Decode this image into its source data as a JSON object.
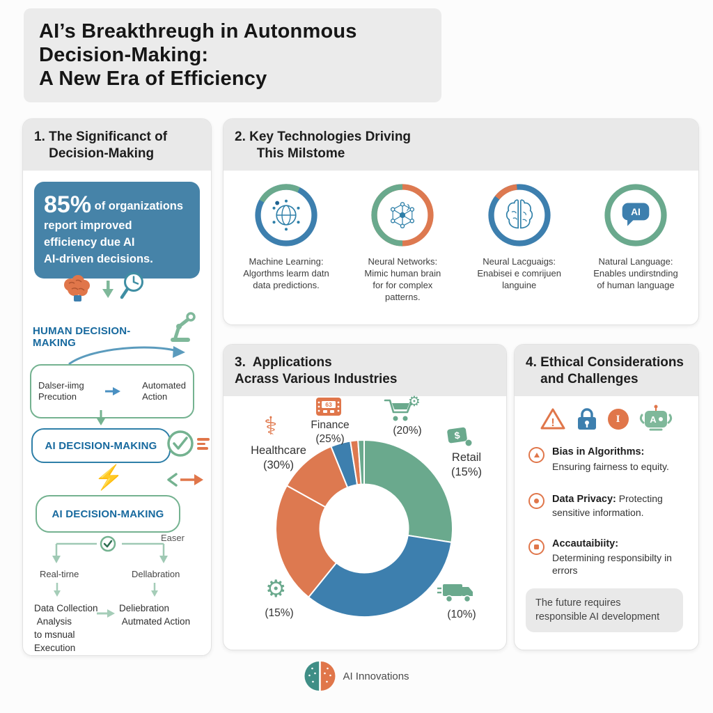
{
  "page_title": "AI’s Breakthreugh in Autonmous\nDecision-Making:\nA New Era of Efficiency",
  "colors": {
    "blue": "#3d7fae",
    "green": "#6aa98d",
    "orange": "#dd7950",
    "stat_blue": "#4683a8",
    "flow_blue": "#17699e",
    "light_green": "#7fb89a",
    "header_gray": "#e9e9e9"
  },
  "glyphs": {
    "gear": "⚙",
    "caduceus": "⚕",
    "bolt": "⚡"
  },
  "section1": {
    "heading": "1. The Significanct of\n    Decision-Making",
    "stat_percent": "85%",
    "stat_text": " of organizations\nreport improved\nefficiency due AI\nAI-driven decisions.",
    "human_label": "HUMAN DECISION-MAKING",
    "process_left": "Dalser-iimg\nPrecution",
    "process_right": "Automated\nAction",
    "ai_label_1": "AI DECISION-MAKING",
    "ai_label_2": "AI DECISION-MAKING",
    "easer_label": "Easer",
    "branch_left": "Real-tirne",
    "branch_right": "Dellabration",
    "detail_left": "Data Collection\n Analysis\nto msnual\nExecution",
    "detail_right": "Deliebration\n Autmated Action"
  },
  "section2": {
    "heading": "2. Key Technologies Driving\n      This Milstome",
    "items": [
      {
        "name": "machine-learning",
        "caption": "Machine Learning:\nAlgorthms learm datn\ndata predictions."
      },
      {
        "name": "neural-networks",
        "caption": "Neural Networks:\nMimic human brain\nfor for complex\npatterns."
      },
      {
        "name": "neural-language",
        "caption": "Neural Lacguaigs:\nEnabisei e comrijuen\nlanguine"
      },
      {
        "name": "natural-language",
        "caption": "Natural Language:\nEnables undirstnding\nof human language",
        "bubble_text": "AI"
      }
    ]
  },
  "section3": {
    "heading": "3.  Applications\nAcrass Various Industries",
    "finance_display": "63",
    "dollar": "$"
  },
  "chart_data": {
    "type": "donut",
    "title": "Applications Across Various Industries",
    "slices": [
      {
        "label": "Healthcare",
        "value": 30,
        "callout": "Healthcare\n(30%)",
        "icon": "caduceus"
      },
      {
        "label": "Finance",
        "value": 25,
        "callout": "Finance\n(25%)",
        "icon": "calculator"
      },
      {
        "label": "Shopping",
        "value": 20,
        "callout": "(20%)",
        "icon": "cart-gear"
      },
      {
        "label": "Retail",
        "value": 15,
        "callout": "Retail\n(15%)",
        "icon": "dollar-tag"
      },
      {
        "label": "Manufacturing",
        "value": 15,
        "callout": "(15%)",
        "icon": "gear"
      },
      {
        "label": "Logistics",
        "value": 10,
        "callout": "(10%)",
        "icon": "truck"
      }
    ],
    "render_segments": [
      {
        "color": "green",
        "start": 0,
        "end": 99
      },
      {
        "color": "blue",
        "start": 99,
        "end": 219
      },
      {
        "color": "orange",
        "start": 219,
        "end": 299
      },
      {
        "color": "orange",
        "start": 299,
        "end": 338
      },
      {
        "color": "blue",
        "start": 338,
        "end": 351
      },
      {
        "color": "orange",
        "start": 351,
        "end": 356
      },
      {
        "color": "green",
        "start": 356,
        "end": 360
      }
    ],
    "hole_ratio": 0.5,
    "legend_position": "around"
  },
  "section4": {
    "heading": "4. Ethical Considerations\n    and Challenges",
    "info_letter": "I",
    "robot_letter": "A",
    "warning_mark": "!",
    "bullets": [
      {
        "title": "Bias in Algorithms:",
        "desc": "Ensuring fairness to equity."
      },
      {
        "title": "Data Privacy:",
        "desc": "Protecting sensitive information."
      },
      {
        "title": "Accautaibiity:",
        "desc": "Determining responsibilty in errors"
      }
    ],
    "note": "The future requires\nresponsible AI development"
  },
  "footer": {
    "brand": "AI Innovations"
  }
}
